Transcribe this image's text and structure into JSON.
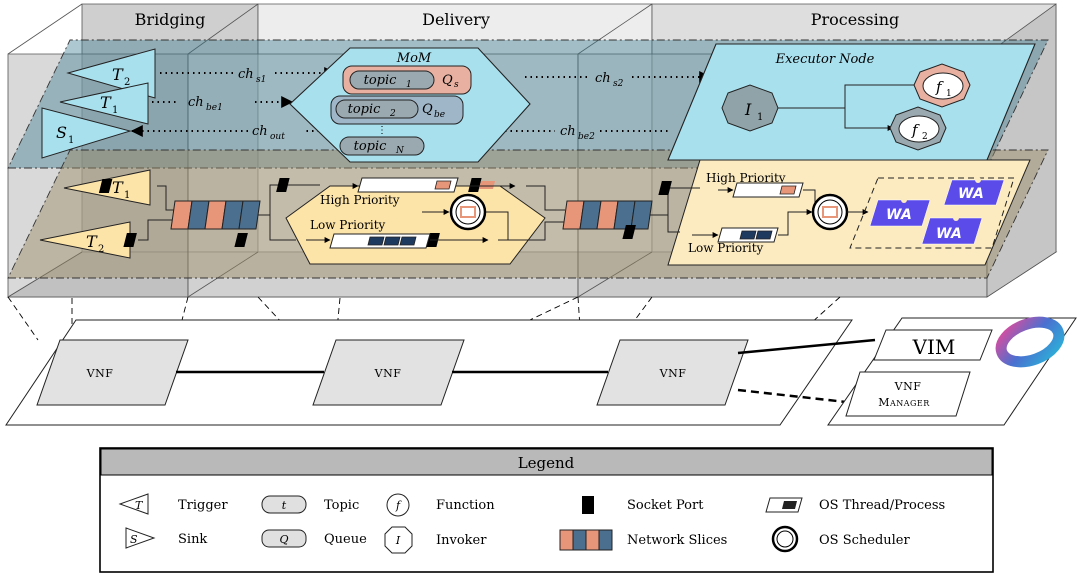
{
  "columns": {
    "bridging": "Bridging",
    "delivery": "Delivery",
    "processing": "Processing"
  },
  "mom": {
    "title": "MoM",
    "topic1": "topic",
    "topic1_sub": "1",
    "topic2": "topic",
    "topic2_sub": "2",
    "topicN": "topic",
    "topicN_sub": "N",
    "qs": "Q",
    "qs_sub": "s",
    "qbe": "Q",
    "qbe_sub": "be",
    "dots": "⋮"
  },
  "bridging": {
    "t2": "T",
    "t2_sub": "2",
    "t1": "T",
    "t1_sub": "1",
    "s1": "S",
    "s1_sub": "1",
    "lt1": "T",
    "lt1_sub": "1",
    "lt2": "T",
    "lt2_sub": "2"
  },
  "channels": {
    "ch_s1": "ch",
    "ch_s1_sub": "s1",
    "ch_be1": "ch",
    "ch_be1_sub": "be1",
    "ch_out": "ch",
    "ch_out_sub": "out",
    "ch_s2": "ch",
    "ch_s2_sub": "s2",
    "ch_be2": "ch",
    "ch_be2_sub": "be2"
  },
  "executor": {
    "title": "Executor Node",
    "i1": "I",
    "i1_sub": "1",
    "f1": "f",
    "f1_sub": "1",
    "f2": "f",
    "f2_sub": "2"
  },
  "delivery_sched": {
    "high": "High Priority",
    "low": "Low Priority"
  },
  "processing_sched": {
    "high": "High Priority",
    "low": "Low Priority",
    "wa": "WA"
  },
  "infra": {
    "vnf1": "VNF",
    "vnf2": "VNF",
    "vnf3": "VNF",
    "vim": "VIM",
    "vnf_manager_1": "VNF",
    "vnf_manager_2": "Manager"
  },
  "legend": {
    "title": "Legend",
    "trigger_sym": "T",
    "trigger": "Trigger",
    "sink_sym": "S",
    "sink": "Sink",
    "topic_sym": "t",
    "topic": "Topic",
    "queue_sym": "Q",
    "queue": "Queue",
    "function_sym": "f",
    "function": "Function",
    "invoker_sym": "I",
    "invoker": "Invoker",
    "socket": "Socket Port",
    "slices": "Network Slices",
    "thread": "OS Thread/Process",
    "scheduler": "OS Scheduler"
  },
  "colors": {
    "slice_orange": "#E8967A",
    "slice_blue": "#4B6F8E",
    "slice_dark": "#1F3A5F",
    "mom_fill": "#A9E0EE",
    "plane_yellow": "#FCEBC0",
    "wa_purple": "#5B4BE8",
    "topic_pink": "#E8B0A0"
  }
}
